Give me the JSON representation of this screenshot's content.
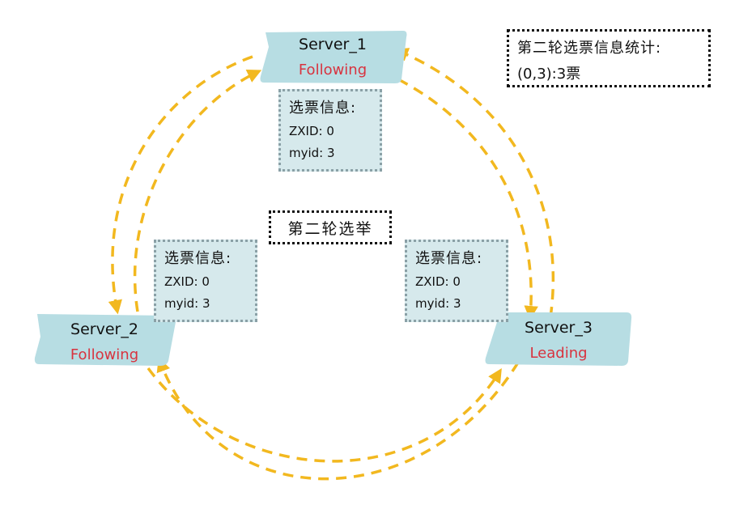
{
  "round_label": "第二轮选举",
  "stats": {
    "line1": "第二轮选票信息统计:",
    "line2": "(0,3):3票"
  },
  "servers": [
    {
      "name": "Server_1",
      "role": "Following"
    },
    {
      "name": "Server_2",
      "role": "Following"
    },
    {
      "name": "Server_3",
      "role": "Leading"
    }
  ],
  "votes": [
    {
      "title": "选票信息:",
      "zxid": "ZXID: 0",
      "myid": "myid: 3"
    },
    {
      "title": "选票信息:",
      "zxid": "ZXID: 0",
      "myid": "myid: 3"
    },
    {
      "title": "选票信息:",
      "zxid": "ZXID: 0",
      "myid": "myid: 3"
    }
  ],
  "colors": {
    "server_fill": "#b7dde3",
    "vote_fill": "#d6e9ec",
    "arrow": "#f2b81f",
    "role_text": "#d8333f"
  }
}
